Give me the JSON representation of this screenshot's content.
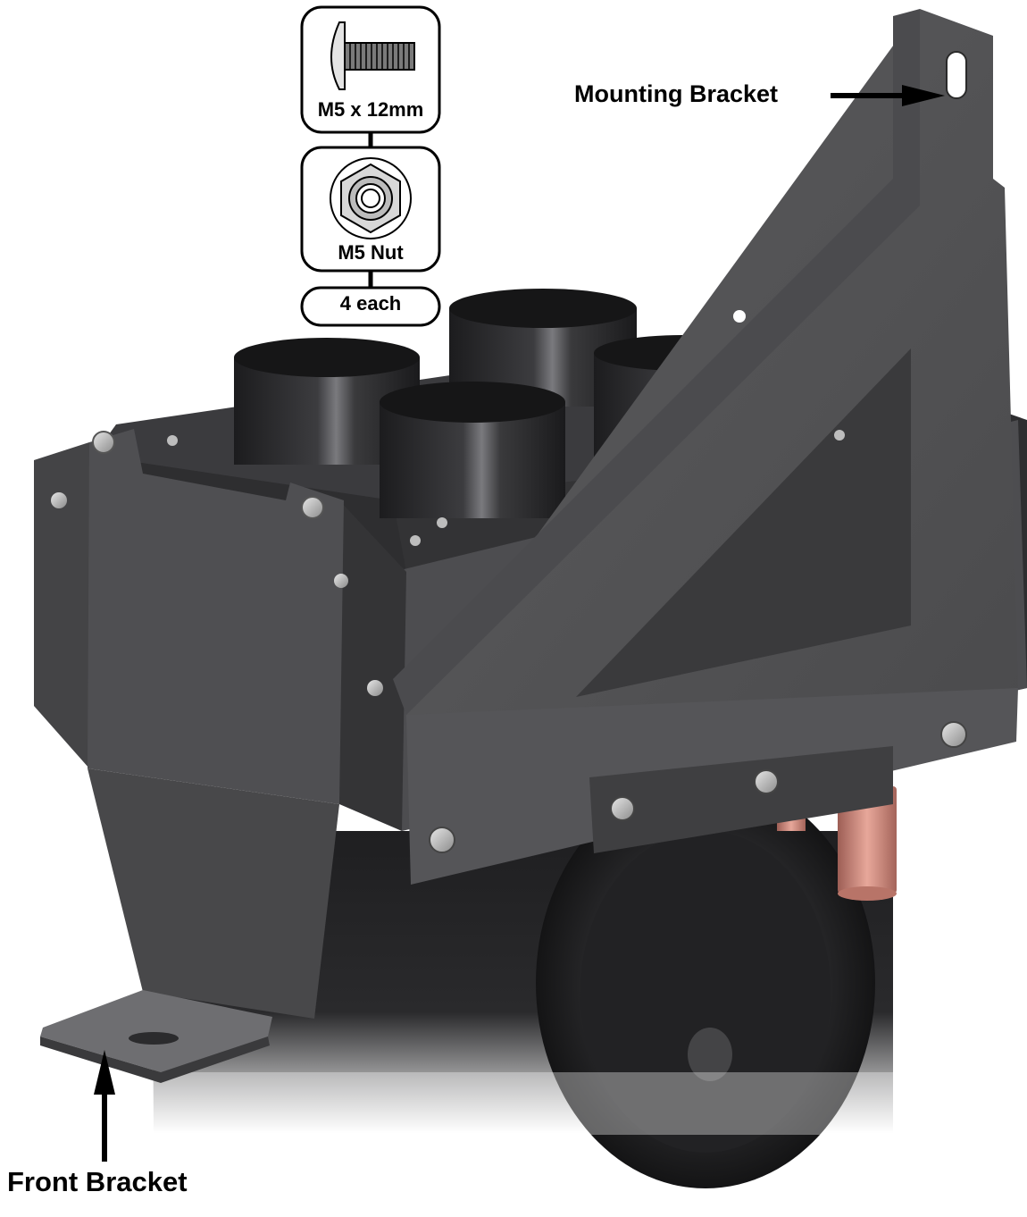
{
  "callouts": {
    "mounting_bracket": "Mounting Bracket",
    "front_bracket": "Front Bracket"
  },
  "hardware": {
    "screw_label": "M5 x 12mm",
    "nut_label": "M5 Nut",
    "quantity_label": "4 each"
  },
  "colors": {
    "bracket": "#5a5a5c",
    "housing_top": "#3a3a3c",
    "housing_side": "#4b4b4d",
    "duct": "#2b2b2d",
    "copper_pipe": "#c97f72",
    "background": "#ffffff"
  }
}
